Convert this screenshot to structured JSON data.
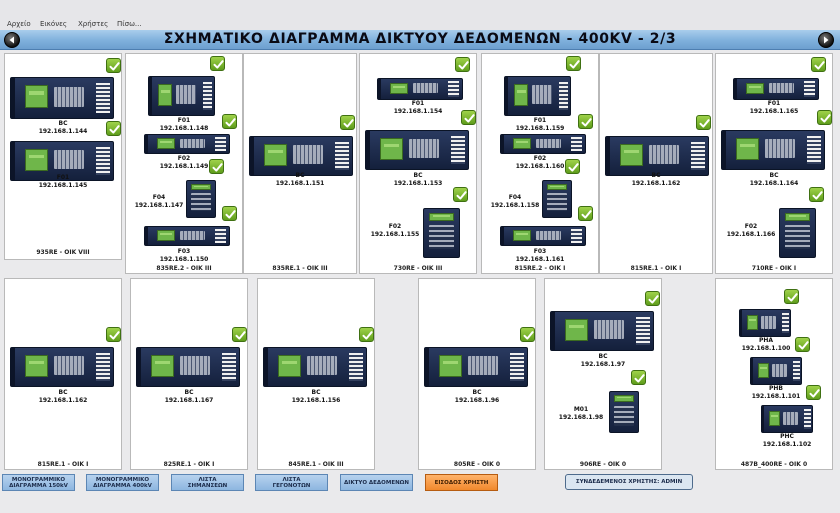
{
  "menu": [
    "Αρχείο",
    "Εικόνες",
    "Χρήστες",
    "Πίσω..."
  ],
  "title": "ΣΧΗΜΑΤΙΚΟ ΔΙΑΓΡΑΜΜΑ ΔΙΚΤΥΟΥ ΔΕΔΟΜΕΝΩΝ - 400KV - 2/3",
  "panels": [
    {
      "caption": "935RE - ΟΙΚ VIII",
      "devices": [
        {
          "name": "BC",
          "ip": "192.168.1.144"
        },
        {
          "name": "F01",
          "ip": "192.168.1.145"
        }
      ]
    },
    {
      "caption": "835RE.2 - ΟΙΚ III",
      "devices": [
        {
          "name": "F01",
          "ip": "192.168.1.148"
        },
        {
          "name": "F02",
          "ip": "192.168.1.149"
        },
        {
          "name": "F04",
          "ip": "192.168.1.147"
        },
        {
          "name": "F03",
          "ip": "192.168.1.150"
        }
      ]
    },
    {
      "caption": "835RE.1 - ΟΙΚ III",
      "devices": [
        {
          "name": "BC",
          "ip": "192.168.1.151"
        }
      ]
    },
    {
      "caption": "730RE - ΟΙΚ III",
      "devices": [
        {
          "name": "F01",
          "ip": "192.168.1.154"
        },
        {
          "name": "BC",
          "ip": "192.168.1.153"
        },
        {
          "name": "F02",
          "ip": "192.168.1.155"
        }
      ]
    },
    {
      "caption": "815RE.2 - ΟΙΚ Ι",
      "devices": [
        {
          "name": "F01",
          "ip": "192.168.1.159"
        },
        {
          "name": "F02",
          "ip": "192.168.1.160"
        },
        {
          "name": "F04",
          "ip": "192.168.1.158"
        },
        {
          "name": "F03",
          "ip": "192.168.1.161"
        }
      ]
    },
    {
      "caption": "815RE.1 - ΟΙΚ Ι",
      "devices": [
        {
          "name": "BC",
          "ip": "192.168.1.162"
        }
      ]
    },
    {
      "caption": "710RE - ΟΙΚ Ι",
      "devices": [
        {
          "name": "F01",
          "ip": "192.168.1.165"
        },
        {
          "name": "BC",
          "ip": "192.168.1.164"
        },
        {
          "name": "F02",
          "ip": "192.168.1.166"
        }
      ]
    },
    {
      "caption": "815RE.1 - ΟΙΚ Ι",
      "devices": [
        {
          "name": "BC",
          "ip": "192.168.1.162"
        }
      ]
    },
    {
      "caption": "825RE.1 - ΟΙΚ Ι",
      "devices": [
        {
          "name": "BC",
          "ip": "192.168.1.167"
        }
      ]
    },
    {
      "caption": "845RE.1 - ΟΙΚ III",
      "devices": [
        {
          "name": "BC",
          "ip": "192.168.1.156"
        }
      ]
    },
    {
      "caption": "805RE - ΟΙΚ 0",
      "devices": [
        {
          "name": "BC",
          "ip": "192.168.1.96"
        }
      ]
    },
    {
      "caption": "906RE - ΟΙΚ 0",
      "devices": [
        {
          "name": "BC",
          "ip": "192.168.1.97"
        },
        {
          "name": "M01",
          "ip": "192.168.1.98"
        }
      ]
    },
    {
      "caption": "487B_400RE - ΟΙΚ 0",
      "devices": [
        {
          "name": "PHA",
          "ip": "192.168.1.100"
        },
        {
          "name": "PHB",
          "ip": "192.168.1.101"
        },
        {
          "name": "PHC",
          "ip": "192.168.1.102"
        }
      ]
    }
  ],
  "buttons": [
    {
      "line1": "ΜΟΝΟΓΡΑΜΜΙΚΟ",
      "line2": "ΔΙΑΓΡΑΜΜΑ 150kV"
    },
    {
      "line1": "ΜΟΝΟΓΡΑΜΜΙΚΟ",
      "line2": "ΔΙΑΓΡΑΜΜΑ 400kV"
    },
    {
      "line1": "ΛΙΣΤΑ",
      "line2": "ΣΗΜΑΝΣΕΩΝ"
    },
    {
      "line1": "ΛΙΣΤΑ",
      "line2": "ΓΕΓΟΝΟΤΩΝ"
    },
    {
      "line1": "ΔΙΚΤΥΟ ΔΕΔΟΜΕΝΩΝ",
      "line2": ""
    },
    {
      "line1": "ΕΙΣΟΔΟΣ ΧΡΗΣΤΗ",
      "line2": ""
    }
  ],
  "user_status": "ΣΥΝΔΕΔΕΜΕΝΟΣ ΧΡΗΣΤΗΣ: ADMIN",
  "colors": {
    "title_bar": "#7fb0dc",
    "check": "#7cba2c",
    "relay_screen": "#6fb64a",
    "login_button": "#f1892d"
  },
  "icons": {
    "status": "check-icon",
    "nav_left": "arrow-left-icon",
    "nav_right": "arrow-right-icon"
  }
}
